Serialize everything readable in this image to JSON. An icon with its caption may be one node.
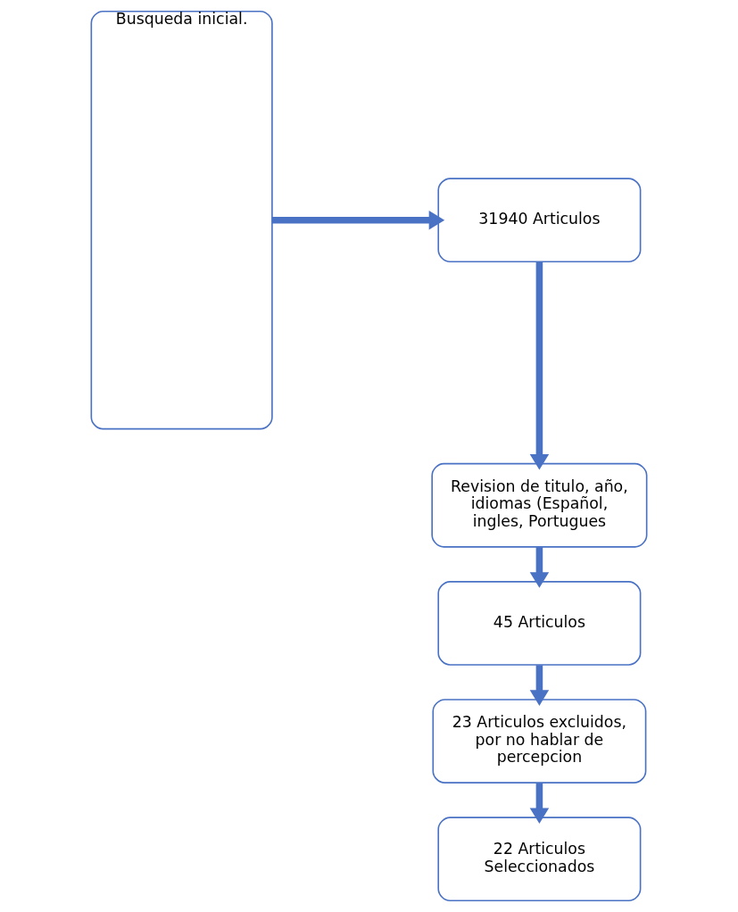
{
  "diagram": {
    "nodes": [
      {
        "text": [
          "Busqueda inicial."
        ]
      },
      {
        "text": [
          "31940 Articulos"
        ]
      },
      {
        "text": [
          "Revision de titulo, año, idiomas (Español, ingles, Portugues"
        ]
      },
      {
        "text": [
          "45 Articulos"
        ]
      },
      {
        "text": [
          "23 Articulos excluidos, por no hablar de percepcion"
        ]
      },
      {
        "text": [
          "22 Articulos Seleccionados"
        ]
      }
    ],
    "edges": [
      {
        "from": 0,
        "to": 1,
        "arrow": "to"
      },
      {
        "from": 1,
        "to": 2,
        "arrow": "to"
      },
      {
        "from": 2,
        "to": 3,
        "arrow": "to"
      },
      {
        "from": 3,
        "to": 4,
        "arrow": "to"
      },
      {
        "from": 4,
        "to": 5,
        "arrow": "to"
      }
    ]
  }
}
